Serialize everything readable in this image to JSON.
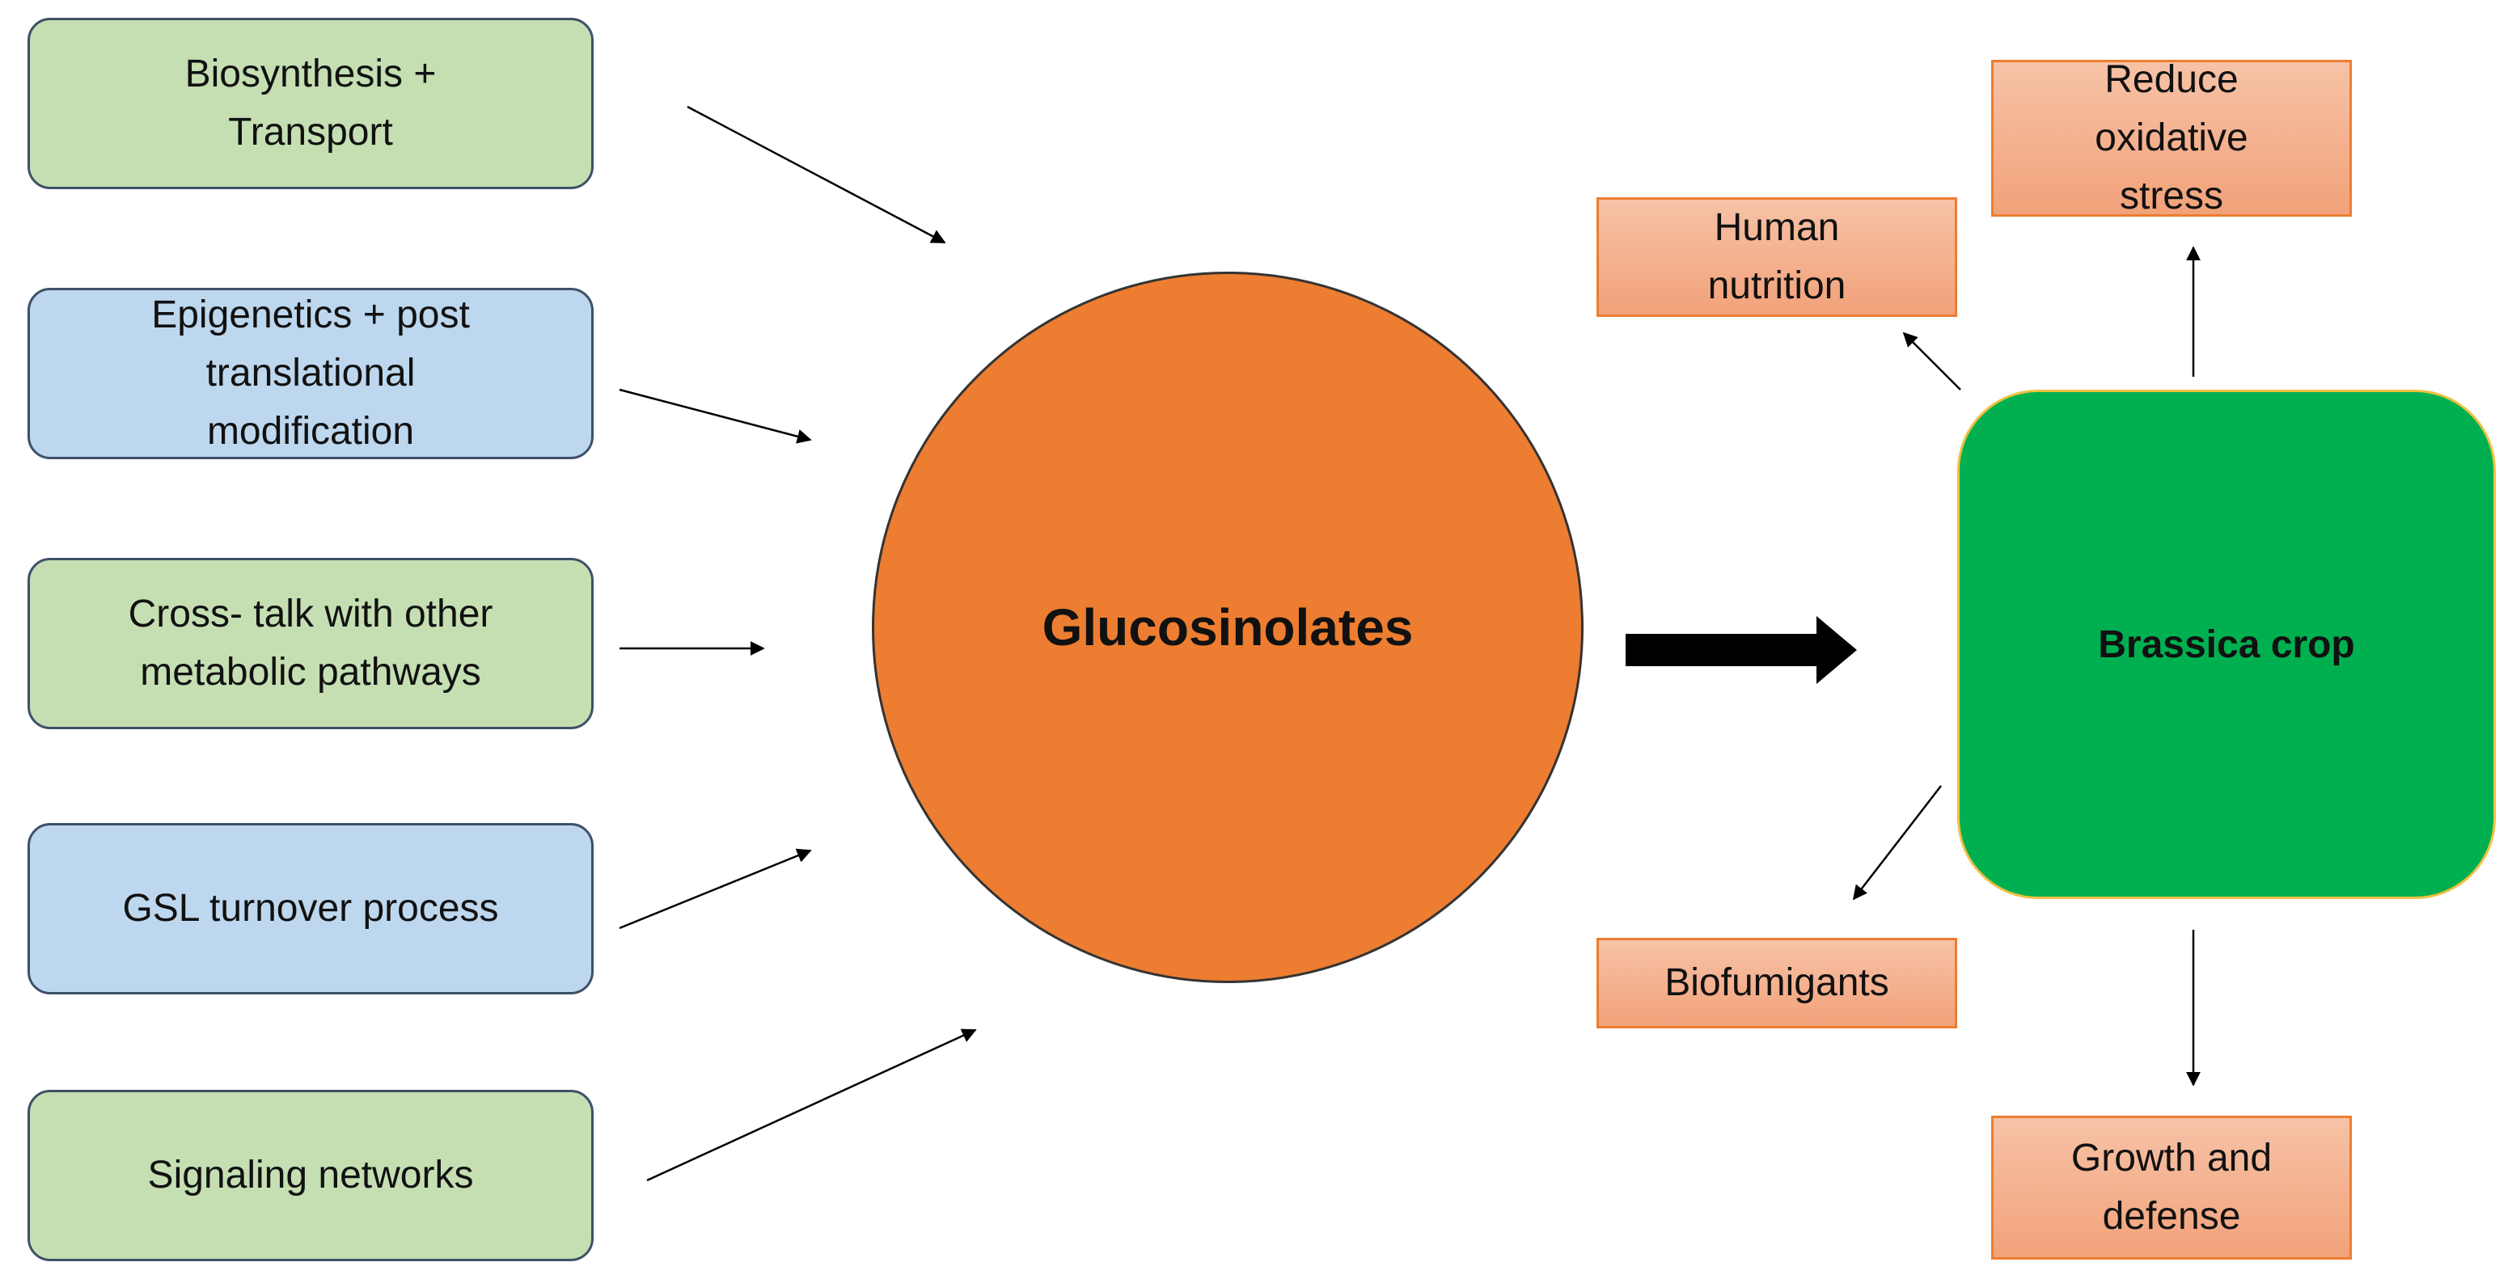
{
  "inputs": [
    {
      "label": "Biosynthesis +\nTransport",
      "color": "green"
    },
    {
      "label": "Epigenetics + post\ntranslational\nmodification",
      "color": "blue"
    },
    {
      "label": "Cross- talk with other\nmetabolic pathways",
      "color": "green"
    },
    {
      "label": "GSL turnover process",
      "color": "blue"
    },
    {
      "label": "Signaling networks",
      "color": "green"
    }
  ],
  "center": {
    "label": "Glucosinolates"
  },
  "crop": {
    "label": "Brassica crop"
  },
  "outputs": {
    "reduce_stress": "Reduce\noxidative\nstress",
    "human_nutrition": "Human\nnutrition",
    "biofumigants": "Biofumigants",
    "growth_defense": "Growth and\ndefense"
  },
  "colors": {
    "green_fill": "#c5dfb3",
    "blue_fill": "#bdd7ee",
    "circle_fill": "#ed7d31",
    "crop_fill": "#00b050",
    "output_fill": "#f4b183"
  }
}
